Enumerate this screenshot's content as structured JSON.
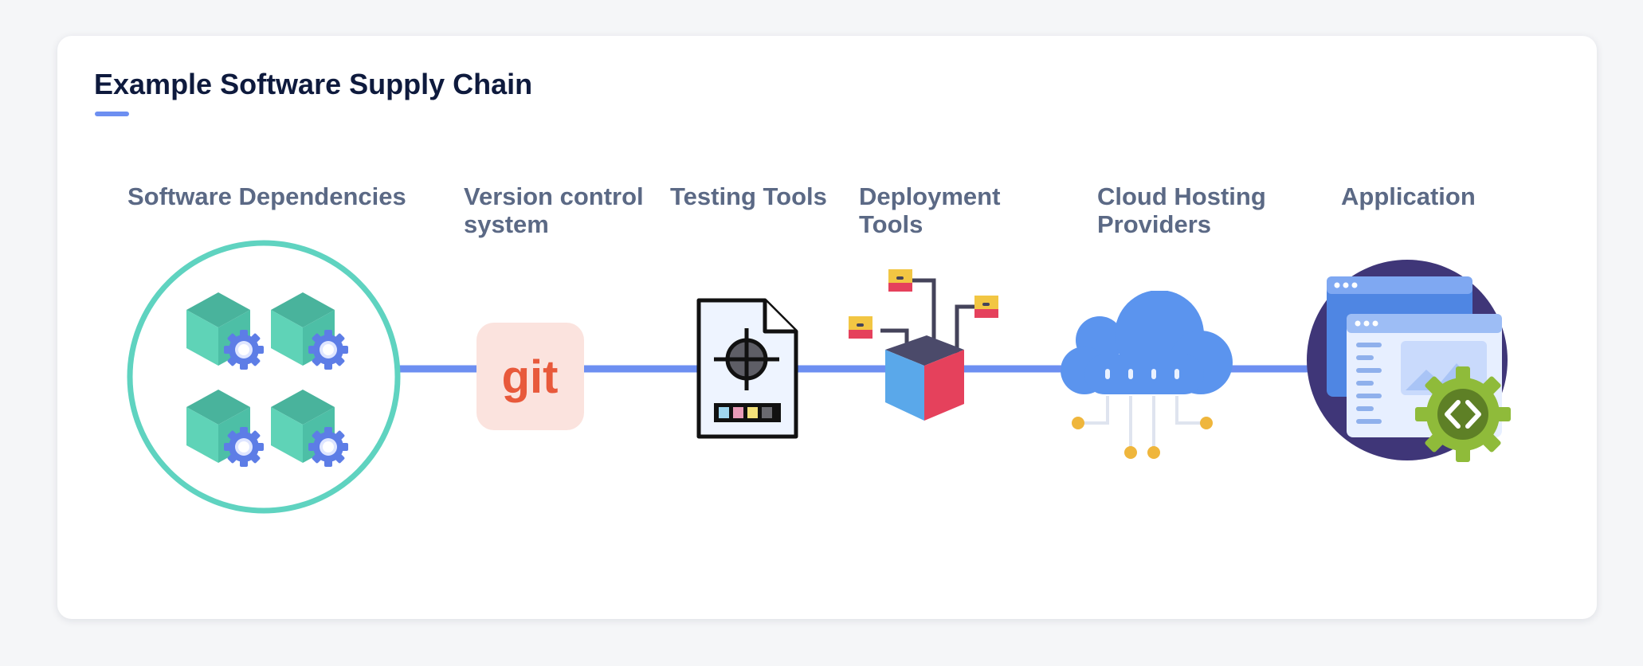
{
  "diagram": {
    "title": "Example Software Supply Chain",
    "accent_color": "#6d8ff1",
    "stages": [
      {
        "label_lines": [
          "Software Dependencies"
        ],
        "icon": "dependency-cubes-icon"
      },
      {
        "label_lines": [
          "Version control",
          "system"
        ],
        "icon": "git-logo",
        "icon_text": "git"
      },
      {
        "label_lines": [
          "Testing Tools"
        ],
        "icon": "test-document-icon"
      },
      {
        "label_lines": [
          "Deployment",
          "Tools"
        ],
        "icon": "deployment-cube-icon"
      },
      {
        "label_lines": [
          "Cloud Hosting",
          "Providers"
        ],
        "icon": "cloud-icon"
      },
      {
        "label_lines": [
          "Application"
        ],
        "icon": "application-window-icon"
      }
    ]
  }
}
